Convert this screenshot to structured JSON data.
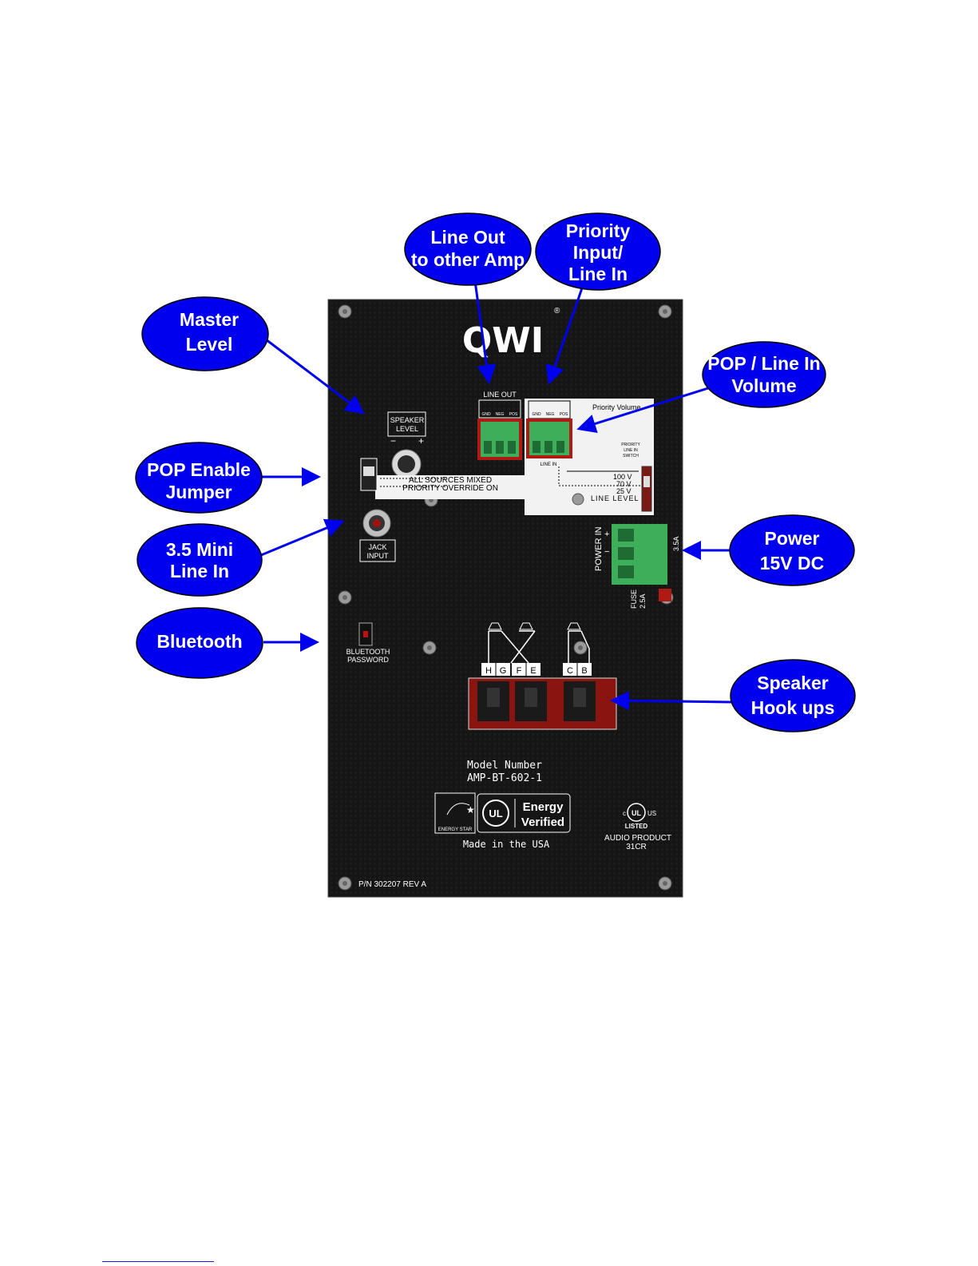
{
  "callouts": {
    "line_out": [
      "Line Out",
      "to other Amp"
    ],
    "priority_input": [
      "Priority",
      "Input/",
      "Line In"
    ],
    "master_level": [
      "Master",
      "Level"
    ],
    "pop_volume": [
      "POP / Line In",
      "Volume"
    ],
    "pop_enable": [
      "POP Enable",
      "Jumper"
    ],
    "mini_line_in": [
      "3.5 Mini",
      "Line In"
    ],
    "power": [
      "Power",
      "15V DC"
    ],
    "bluetooth": [
      "Bluetooth"
    ],
    "speaker_hookups": [
      "Speaker",
      "Hook ups"
    ]
  },
  "panel": {
    "brand": "QWI",
    "registered": "®",
    "line_out_label": "LINE OUT",
    "line_out_pins": [
      "GND",
      "NEG",
      "POS"
    ],
    "line_in_label": "LINE IN",
    "line_in_pins": [
      "GND",
      "NEG",
      "POS"
    ],
    "priority_volume": "Priority Volume",
    "speaker_level": [
      "SPEAKER",
      "LEVEL"
    ],
    "jumper_all_sources": "ALL SOURCES MIXED",
    "jumper_priority_override": "PRIORITY OVERRIDE ON",
    "priority_switch": [
      "PRIORITY",
      "LINE IN",
      "SWITCH"
    ],
    "switch_levels": [
      "100 V",
      "70 V",
      "25 V"
    ],
    "line_level": "LINE LEVEL",
    "jack_input": [
      "JACK",
      "INPUT"
    ],
    "power_in": "POWER IN",
    "fuse": [
      "FUSE",
      "2.5A"
    ],
    "fuse_side": "3.5A",
    "bluetooth_password": [
      "BLUETOOTH",
      "PASSWORD"
    ],
    "speaker_terminals": [
      "H",
      "G",
      "F",
      "E",
      "C",
      "B"
    ],
    "model_label": "Model Number",
    "model_number": "AMP-BT-602-1",
    "energy_star": "ENERGY STAR",
    "ul_energy": [
      "Energy",
      "Verified"
    ],
    "made_in": "Made in the USA",
    "ul_listed": "LISTED",
    "audio_product": [
      "AUDIO PRODUCT",
      "31CR"
    ],
    "part_number": "P/N 302207 REV A"
  },
  "colors": {
    "callout_fill": "#0000ee",
    "panel_bg": "#151515",
    "terminal_green": "#3fae5a",
    "terminal_red": "#b01a14"
  }
}
